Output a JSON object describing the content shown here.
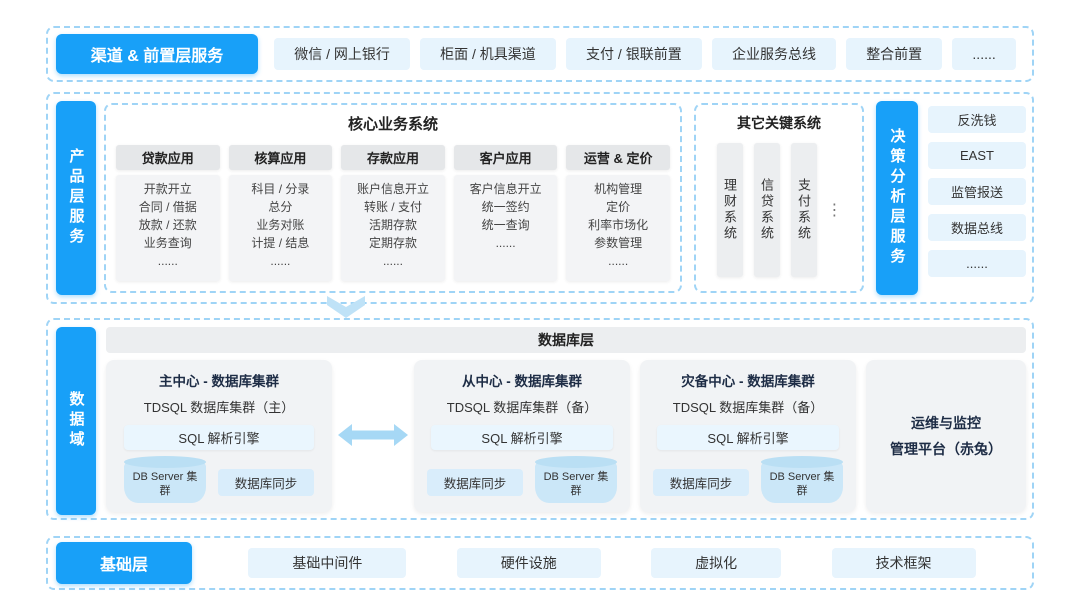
{
  "colors": {
    "accent": "#18a0f8",
    "dashed_border": "#9fd4f6",
    "item_light_blue": "#e7f4fd",
    "panel_gray": "#f1f3f5",
    "arrow_blue": "#a6d8f5"
  },
  "channel_layer": {
    "label": "渠道 & 前置层服务",
    "items": [
      "微信 / 网上银行",
      "柜面 / 机具渠道",
      "支付 / 银联前置",
      "企业服务总线",
      "整合前置",
      "......"
    ]
  },
  "product_layer": {
    "bar_label": "产品层服务",
    "core": {
      "title": "核心业务系统",
      "columns": [
        {
          "header": "贷款应用",
          "lines": [
            "开款开立",
            "合同 / 借据",
            "放款 / 还款",
            "业务查询",
            "......"
          ]
        },
        {
          "header": "核算应用",
          "lines": [
            "科目 / 分录",
            "总分",
            "业务对账",
            "计提 / 结息",
            "......"
          ]
        },
        {
          "header": "存款应用",
          "lines": [
            "账户信息开立",
            "转账 / 支付",
            "活期存款",
            "定期存款",
            "......"
          ]
        },
        {
          "header": "客户应用",
          "lines": [
            "客户信息开立",
            "统一签约",
            "统一查询",
            "......"
          ]
        },
        {
          "header": "运营 & 定价",
          "lines": [
            "机构管理",
            "定价",
            "利率市场化",
            "参数管理",
            "......"
          ]
        }
      ]
    },
    "other": {
      "title": "其它关键系统",
      "items": [
        "理财系统",
        "信贷系统",
        "支付系统"
      ],
      "ellipsis": "⋮"
    },
    "decision": {
      "bar_label": "决策分析层服务",
      "items": [
        "反洗钱",
        "EAST",
        "监管报送",
        "数据总线",
        "......"
      ]
    }
  },
  "data_domain": {
    "bar_label": "数据域",
    "db_layer_title": "数据库层",
    "clusters": [
      {
        "title": "主中心 - 数据库集群",
        "tdsql": "TDSQL 数据库集群（主）",
        "engine": "SQL 解析引擎",
        "server": "DB Server 集群",
        "sync": "数据库同步"
      },
      {
        "title": "从中心 - 数据库集群",
        "tdsql": "TDSQL 数据库集群（备）",
        "engine": "SQL 解析引擎",
        "server": "DB Server 集群",
        "sync": "数据库同步"
      },
      {
        "title": "灾备中心 - 数据库集群",
        "tdsql": "TDSQL 数据库集群（备）",
        "engine": "SQL 解析引擎",
        "server": "DB Server 集群",
        "sync": "数据库同步"
      }
    ],
    "ops": {
      "line1": "运维与监控",
      "line2": "管理平台（赤兔）"
    }
  },
  "base_layer": {
    "label": "基础层",
    "items": [
      "基础中间件",
      "硬件设施",
      "虚拟化",
      "技术框架"
    ]
  }
}
